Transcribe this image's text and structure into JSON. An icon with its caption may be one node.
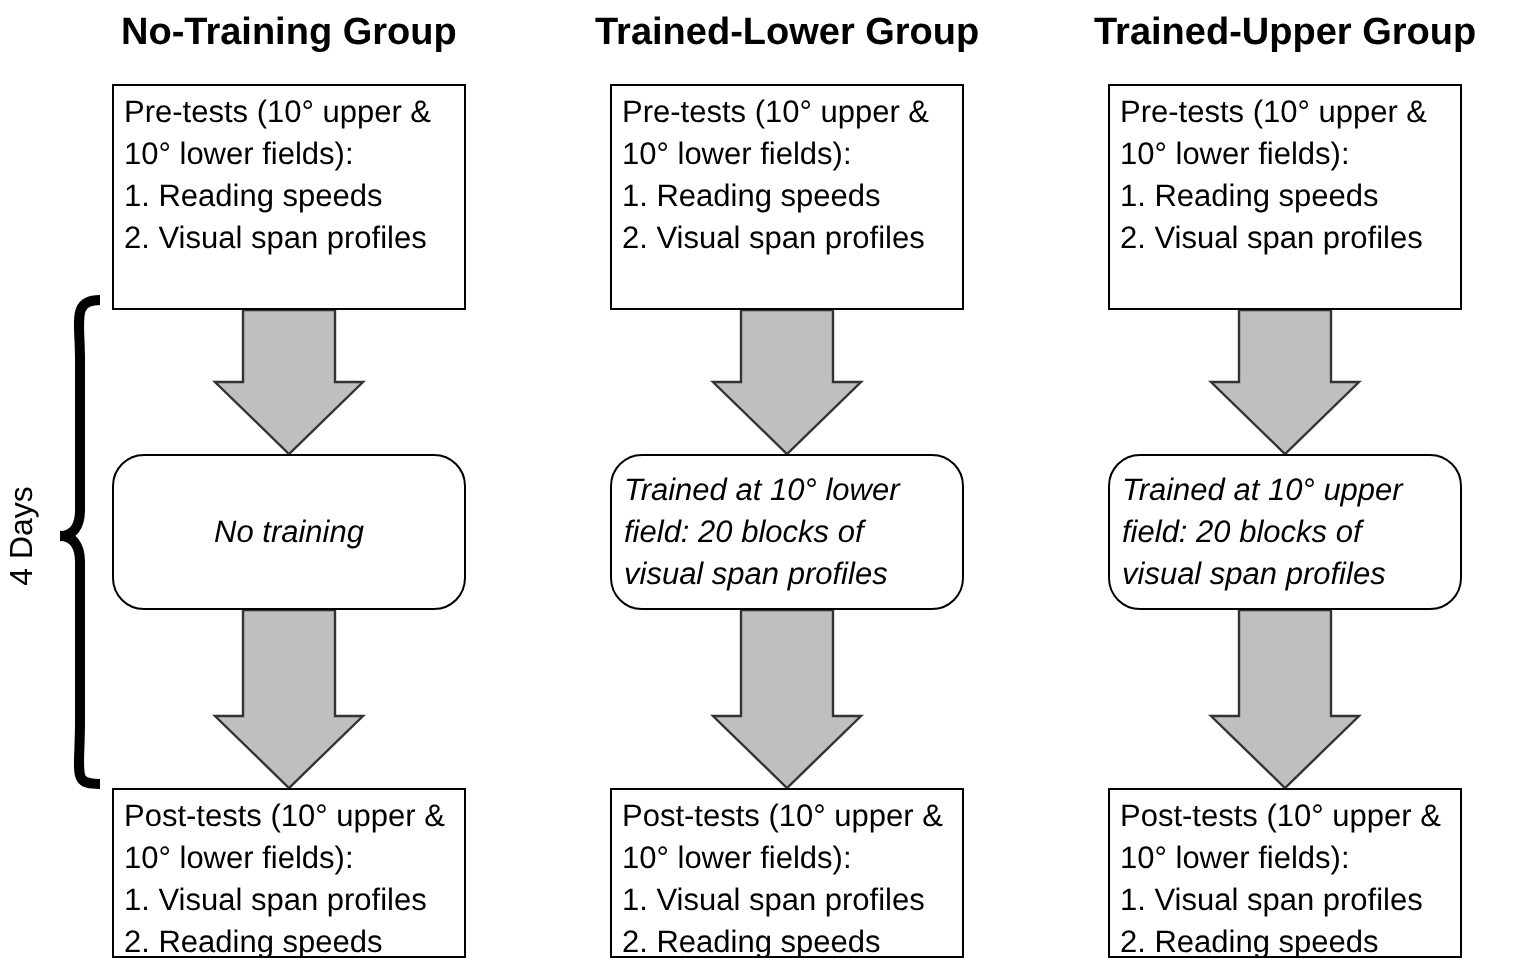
{
  "diagram": {
    "nodes": [
      {
        "text": [
          "Pre-tests (10° upper & 10° lower fields):",
          "1. Reading speeds",
          "2. Visual span profiles"
        ],
        "beside": [
          "No-Training Group"
        ]
      },
      {
        "text": [
          "No training"
        ]
      },
      {
        "text": [
          "Post-tests (10° upper & 10° lower fields):",
          "1. Visual span profiles",
          "2. Reading speeds"
        ]
      },
      {
        "text": [
          "Pre-tests (10° upper & 10° lower fields):",
          "1. Reading speeds",
          "2. Visual span profiles"
        ],
        "beside": [
          "Trained-Lower Group"
        ]
      },
      {
        "text": [
          "Trained at 10° lower field: 20 blocks of visual span profiles"
        ]
      },
      {
        "text": [
          "Post-tests (10° upper & 10° lower fields):",
          "1. Visual span profiles",
          "2. Reading speeds"
        ]
      },
      {
        "text": [
          "Pre-tests (10° upper & 10° lower fields):",
          "1. Reading speeds",
          "2. Visual span profiles"
        ],
        "beside": [
          "Trained-Upper Group"
        ]
      },
      {
        "text": [
          "Trained at 10° upper field: 20 blocks of visual span profiles"
        ]
      },
      {
        "text": [
          "Post-tests (10° upper & 10° lower fields):",
          "1. Visual span profiles",
          "2. Reading speeds"
        ]
      }
    ],
    "edges": [
      {
        "from": 0,
        "to": 1,
        "arrow": "to"
      },
      {
        "from": 1,
        "to": 2,
        "arrow": "to"
      },
      {
        "from": 3,
        "to": 4,
        "arrow": "to"
      },
      {
        "from": 4,
        "to": 5,
        "arrow": "to"
      },
      {
        "from": 6,
        "to": 7,
        "arrow": "to"
      },
      {
        "from": 7,
        "to": 8,
        "arrow": "to"
      }
    ],
    "labels": [
      "4 Days"
    ]
  }
}
